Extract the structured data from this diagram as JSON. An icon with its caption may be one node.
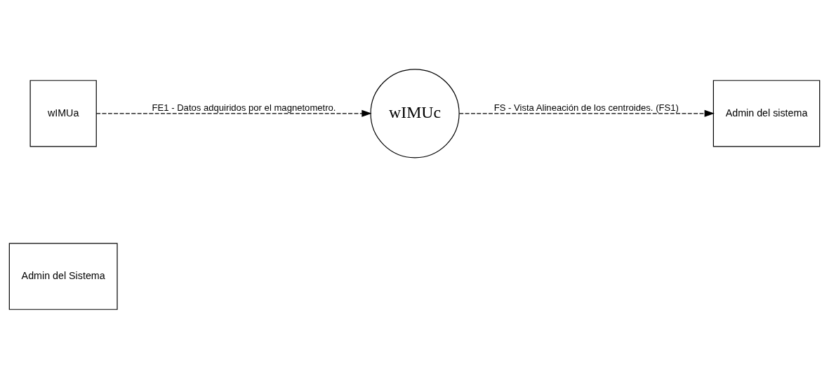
{
  "diagram": {
    "nodes": [
      {
        "text": [
          "wIMUa"
        ]
      },
      {
        "text": [
          "Admin del Sistema"
        ]
      },
      {
        "text": [
          "wIMUc"
        ]
      },
      {
        "text": [
          "Admin del sistema"
        ]
      }
    ],
    "edges": [
      {
        "from": 0,
        "to": 2,
        "arrow": "to",
        "style": "dashed",
        "label": "FE1 - Datos adquiridos por el magnetometro."
      },
      {
        "from": 2,
        "to": 3,
        "arrow": "to",
        "style": "dashed",
        "label": "FS - Vista Alineación de los centroides. (FS1)"
      }
    ]
  }
}
